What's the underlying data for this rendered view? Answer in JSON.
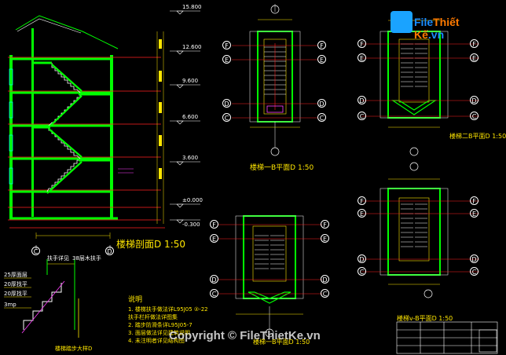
{
  "drawing": {
    "section_title": "楼梯剖面D 1:50",
    "plan1_title": "楼梯一B平面D 1:50",
    "plan2_title": "楼梯二B平面D 1:50",
    "plan3_title": "楼梯一B平面D 1:50",
    "plan4_title": "楼梯v-B平面D 1:50",
    "levels": [
      "15.800",
      "12.600",
      "9.600",
      "6.600",
      "3.600",
      "±0.000",
      "-0.300"
    ],
    "grid_axes_left": [
      "F",
      "E",
      "D",
      "C"
    ],
    "grid_axes_bottom": [
      "C",
      "D"
    ],
    "notes_title": "说明",
    "notes": [
      "1. 楼梯扶手做法详L95J05 ②-22",
      "   扶手栏杆做法详图集",
      "2. 踏步防滑条详L95J05-7",
      "3. 面层做法详见建筑说明",
      "4. 未注明者详见结构图"
    ],
    "detail_labels": [
      "25厚面层",
      "20厚找平",
      "20厚找平",
      "3mp"
    ],
    "detail_title": "楼梯踏步大样D",
    "railing_labels": [
      "扶手详见",
      "38层木扶手"
    ]
  },
  "watermark": {
    "text": "Copyright © FileThietKe.vn"
  },
  "logo": {
    "text_a": "File",
    "text_b": "Thiết Kế",
    "text_c": ".vn"
  },
  "colors": {
    "background": "#000000",
    "wall_green": "#00ff00",
    "dim_yellow": "#ffe600",
    "grid_red": "#ff2020",
    "axis_white": "#ffffff",
    "hatch_magenta": "#ff40ff",
    "accent_cyan": "#00ffff"
  }
}
